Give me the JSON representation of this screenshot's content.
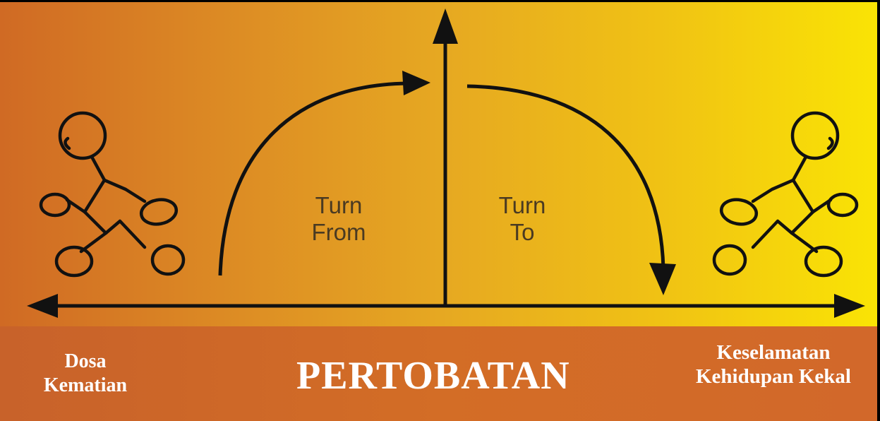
{
  "labels": {
    "turn_from": "Turn\nFrom",
    "turn_to": "Turn\nTo",
    "left": "Dosa\nKematian",
    "center": "PERTOBATAN",
    "right": "Keselamatan\nKehidupan Kekal"
  },
  "colors": {
    "gradient_start": "#d06a24",
    "gradient_end": "#fae404",
    "band": "#d06a2a",
    "ink": "#111111",
    "text_light": "#ffffff",
    "text_dark": "#4a3a22"
  },
  "icons": [
    "stick-figure-walking-icon",
    "stick-figure-walking-icon",
    "arrow-icon"
  ]
}
